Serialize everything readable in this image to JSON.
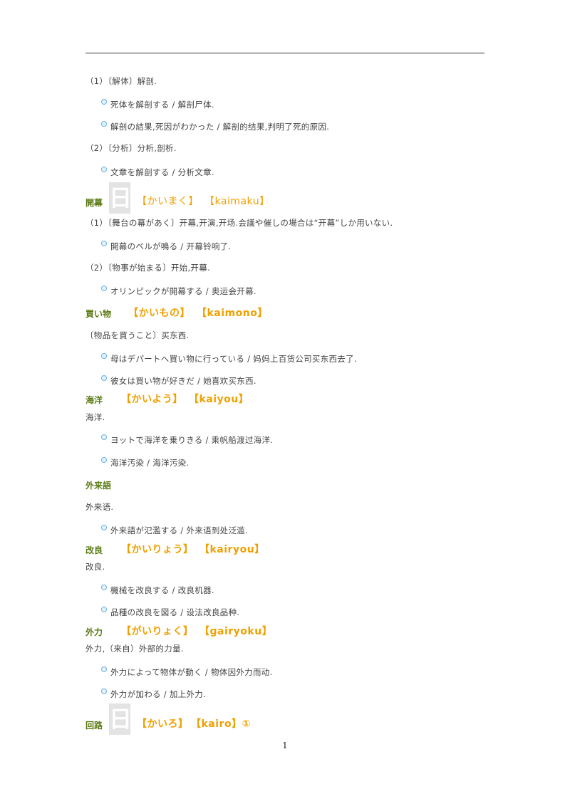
{
  "lines": {
    "l1": "（1）〔解体〕解剖.",
    "l2": "死体を解剖する / 解剖尸体.",
    "l3": "解剖の結果,死因がわかった / 解剖的结果,判明了死的原因.",
    "l4": "（2）〔分析〕分析,剖析.",
    "l5": "文章を解剖する / 分析文章.",
    "l6": "（1）〔舞台の幕があく〕开幕,开演,开场.会議や催しの場合は“开幕”しか用いない.",
    "l7": "開幕のベルが鳴る / 开幕铃响了.",
    "l8": "（2）〔物事が始まる〕开始,开幕.",
    "l9": "オリンピックが開幕する / 奥运会开幕.",
    "l10": "〔物品を買うこと〕买东西.",
    "l11": "母はデパートへ買い物に行っている / 妈妈上百货公司买东西去了.",
    "l12": "彼女は買い物が好きだ / 她喜欢买东西.",
    "l13": "海洋.",
    "l14": "ヨットで海洋を乗りきる / 乘帆船渡过海洋.",
    "l15": "海洋汚染 / 海洋污染.",
    "l16": "外来语.",
    "l17": "外来語が氾濫する / 外来语到处泛滥.",
    "l18": "改良.",
    "l19": "機械を改良する / 改良机器.",
    "l20": "品種の改良を図る / 设法改良品种.",
    "l21": "外力,（来自）外部的力量.",
    "l22": "外力によって物体が動く / 物体因外力而动.",
    "l23": "外力が加わる / 加上外力."
  },
  "entries": {
    "kaimaku": {
      "word": "開幕",
      "kana": "【かいまく】",
      "romaji": "【kaimaku】"
    },
    "kaimono": {
      "word": "買い物",
      "kana": "【かいもの】",
      "romaji": "【kaimono】"
    },
    "kaiyou": {
      "word": "海洋",
      "kana": "【かいよう】",
      "romaji": "【kaiyou】"
    },
    "gairaigo": {
      "word": "外来語"
    },
    "kairyou": {
      "word": "改良",
      "kana": "【かいりょう】",
      "romaji": "【kairyou】"
    },
    "gairyoku": {
      "word": "外力",
      "kana": "【がいりょく】",
      "romaji": "【gairyoku】"
    },
    "kairo": {
      "word": "回路",
      "kana": "【かいろ】",
      "romaji": "【kairo】①"
    }
  },
  "icon_glyph": "日",
  "page_number": "1",
  "colors": {
    "headword": "#5a7a14",
    "reading": "#f0a000",
    "bullet": "#6ab0e8"
  }
}
